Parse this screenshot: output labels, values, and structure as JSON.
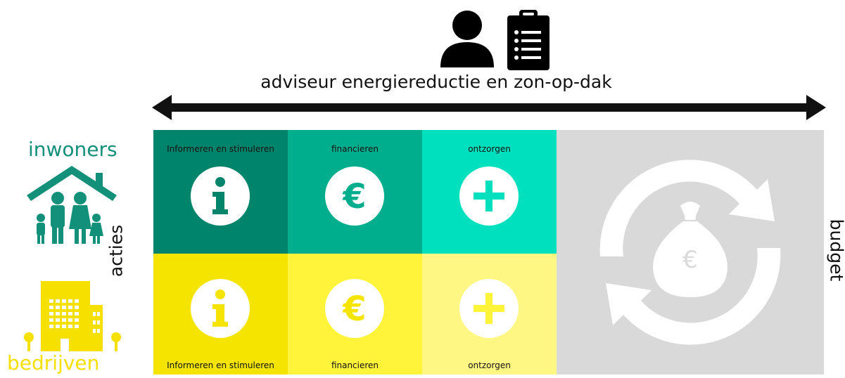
{
  "header": {
    "title": "adviseur energiereductie en zon-op-dak"
  },
  "groups": {
    "residents_label": "inwoners",
    "businesses_label": "bedrijven"
  },
  "axis": {
    "left_label": "acties",
    "right_label": "budget"
  },
  "rows": {
    "top": {
      "cells": [
        {
          "caption": "Informeren en stimuleren",
          "icon": "info-icon",
          "color": "#00846b"
        },
        {
          "caption": "financieren",
          "icon": "euro-icon",
          "color": "#00ae8d"
        },
        {
          "caption": "ontzorgen",
          "icon": "plus-icon",
          "color": "#00e0be"
        }
      ]
    },
    "bottom": {
      "cells": [
        {
          "caption": "Informeren en stimuleren",
          "icon": "info-icon",
          "color": "#f4e400"
        },
        {
          "caption": "financieren",
          "icon": "euro-icon",
          "color": "#fff43a"
        },
        {
          "caption": "ontzorgen",
          "icon": "plus-icon",
          "color": "#fff784"
        }
      ]
    }
  },
  "budget": {
    "symbol": "€",
    "icon": "money-bag-cycle-icon",
    "color": "#d9d9d9"
  },
  "colors": {
    "residents": "#12907a",
    "businesses": "#f5e000",
    "arrow": "#111111"
  }
}
